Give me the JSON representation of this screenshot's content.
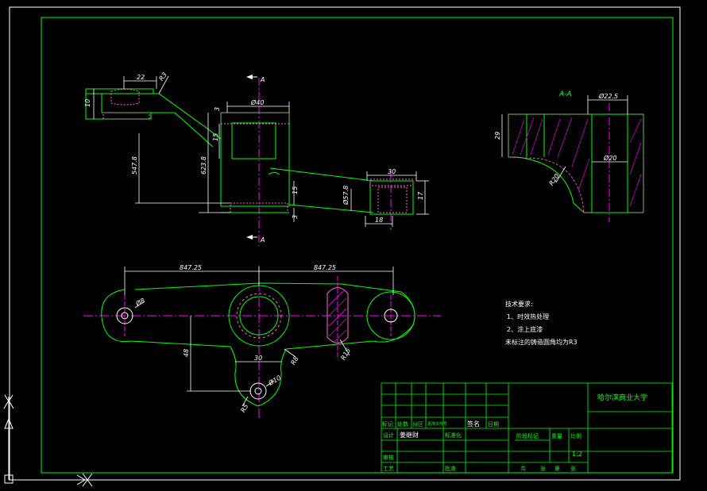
{
  "colors": {
    "background": "#000000",
    "frame": "#ffffff",
    "geometry": "#00ff00",
    "dimension": "#ffffff",
    "centerline": "#ff00ff",
    "hatch": "#ff00ff",
    "cross_hatch": "#ff66cc",
    "section_title": "#00ff66",
    "title_block": "#00ff00",
    "title_text": "#00ff00"
  },
  "views": {
    "front": {
      "section_marks": [
        "A",
        "A"
      ],
      "dimensions": [
        "22",
        "R3",
        "10",
        "3",
        "Ø40",
        "15",
        "547.8",
        "623.8",
        "15",
        "3",
        "30",
        "Ø57.8",
        "17",
        "18"
      ]
    },
    "section": {
      "title": "A-A",
      "dimensions": [
        "Ø22.5",
        "29",
        "Ø20",
        "R20"
      ]
    },
    "top": {
      "dimensions": [
        "847.25",
        "847.25",
        "Ø8",
        "48",
        "30",
        "R8",
        "Ø10",
        "R15",
        "R5"
      ]
    }
  },
  "notes": {
    "heading": "技术要求:",
    "lines": [
      "1、时效热处理",
      "2、涂上底漆",
      "未标注的铸造圆角均为R3"
    ]
  },
  "title_block": {
    "school": "哈尔滨商业大学",
    "row_headers": [
      "标记",
      "处数",
      "分区",
      "更改文件号",
      "签名",
      "日期"
    ],
    "designer_label": "设计",
    "designer": "姜继财",
    "standard_label": "标准化",
    "stage_label": "阶段标记",
    "weight_label": "重量",
    "ratio_label": "比例",
    "ratio": "1:2",
    "review_label": "审核",
    "process_label": "工艺",
    "approve_label": "批准",
    "sheets": [
      "共",
      "张",
      "第",
      "张"
    ]
  }
}
